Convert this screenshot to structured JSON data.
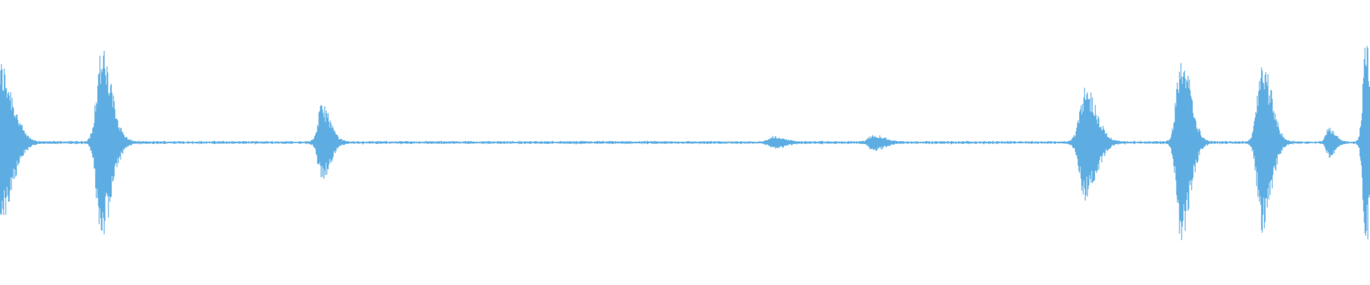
{
  "waveform": {
    "color": "#5DADE2",
    "background": "#ffffff",
    "bursts": [
      {
        "t": 0.0,
        "amp": 0.8,
        "width": 0.012
      },
      {
        "t": 0.074,
        "amp": 0.92,
        "width": 0.01
      },
      {
        "t": 0.235,
        "amp": 0.38,
        "width": 0.008
      },
      {
        "t": 0.565,
        "amp": 0.05,
        "width": 0.01
      },
      {
        "t": 0.638,
        "amp": 0.07,
        "width": 0.01
      },
      {
        "t": 0.792,
        "amp": 0.56,
        "width": 0.011
      },
      {
        "t": 0.862,
        "amp": 0.94,
        "width": 0.009
      },
      {
        "t": 0.921,
        "amp": 0.87,
        "width": 0.009
      },
      {
        "t": 0.97,
        "amp": 0.14,
        "width": 0.006
      },
      {
        "t": 0.997,
        "amp": 0.98,
        "width": 0.006
      }
    ],
    "noise_floor": 0.012
  }
}
